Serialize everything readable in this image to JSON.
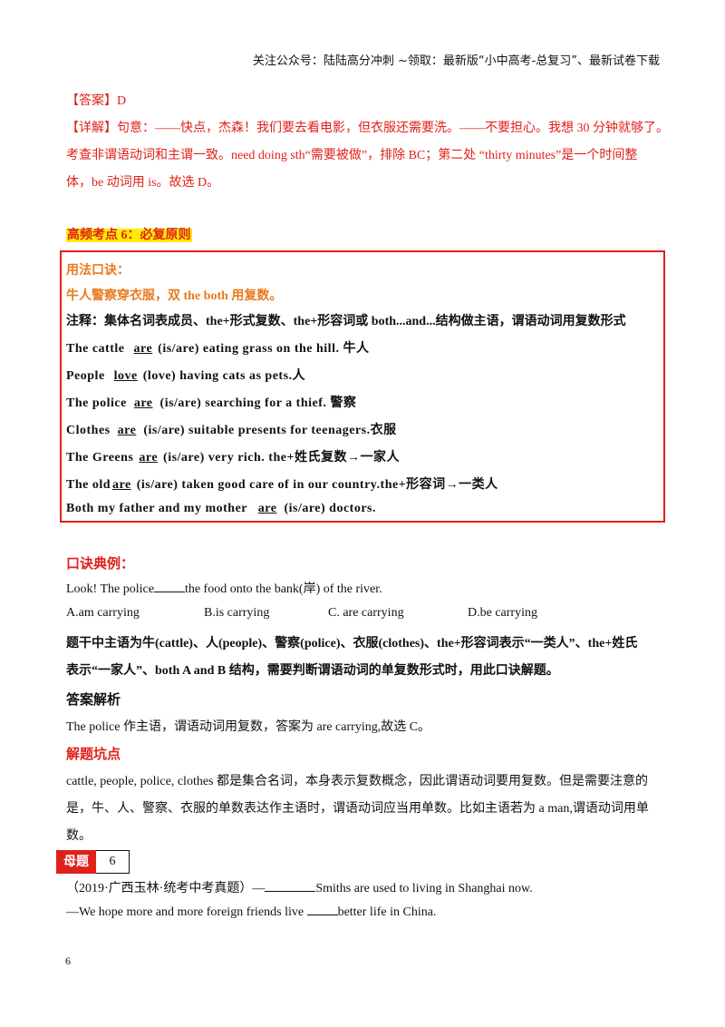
{
  "header": "关注公众号：陆陆高分冲刺 ~领取：最新版“小中高考-总复习”、最新试卷下载",
  "answer": {
    "label": "【答案】D",
    "detail_1": "【详解】句意：——快点，杰森！我们要去看电影，但衣服还需要洗。——不要担心。我想 30 分钟就够了。",
    "detail_2": "考查非谓语动词和主谓一致。need doing sth“需要被做”，排除 BC；第二处 “thirty minutes”是一个时间整",
    "detail_3": "体，be 动词用 is。故选 D。"
  },
  "section_title": "高频考点 6：必复原则",
  "box": {
    "title": "用法口诀：",
    "rhyme": "牛人警察穿衣服，双 the both 用复数。",
    "note": "注释：集体名词表成员、the+形式复数、the+形容词或 both...and...结构做主语，谓语动词用复数形式",
    "examples": [
      {
        "pre": "The  cattle  ",
        "ans": "are",
        "post": "(is/are)  eating  grass  on  the  hill.  牛人"
      },
      {
        "pre": "People  ",
        "ans": "love",
        "post": "(love)  having  cats  as  pets.人"
      },
      {
        "pre": "The  police",
        "ans": "are",
        "post": "(is/are)  searching  for  a  thief.  警察"
      },
      {
        "pre": "Clothes",
        "ans": "are",
        "post": "(is/are)  suitable  presents  for  teenagers.衣服"
      },
      {
        "pre": "The  Greens",
        "ans": "are",
        "post": "(is/are)  very  rich.  the+姓氏复数→一家人"
      },
      {
        "pre": "The  old",
        "ans": "are",
        "post": " (is/are)  taken  good  care  of  in  our  country.the+形容词→一类人"
      },
      {
        "pre": "Both  my  father  and  my  mother  ",
        "ans": "are",
        "post": "(is/are)  doctors."
      }
    ]
  },
  "example_section": {
    "title": "口诀典例：",
    "question_pre": "Look! The police",
    "question_post": "the food onto the bank(岸) of the river.",
    "options": [
      "A.am carrying",
      "B.is carrying",
      "C. are carrying",
      "D.be carrying"
    ],
    "explain_1": "题干中主语为牛(cattle)、人(people)、警察(police)、衣服(clothes)、the+形容词表示“一类人”、the+姓氏",
    "explain_2": "表示“一家人”、both A and B 结构，需要判断谓语动词的单复数形式时，用此口诀解题。",
    "analysis_title": "答案解析",
    "analysis_text": "The police 作主语，谓语动词用复数，答案为 are carrying,故选 C。",
    "pitfall_title": "解题坑点",
    "pitfall_1": "cattle, people, police, clothes 都是集合名词，本身表示复数概念，因此谓语动词要用复数。但是需要注意的",
    "pitfall_2": "是，牛、人、警察、衣服的单数表达作主语时，谓语动词应当用单数。比如主语若为 a  man,谓语动词用单",
    "pitfall_3": "数。"
  },
  "mother_question": {
    "label": "母题",
    "number": "6",
    "line1_pre": "（2019·广西玉林·统考中考真题）—",
    "line1_post": "Smiths are used to living in Shanghai now.",
    "line2_pre": "—We hope more and more foreign friends live ",
    "line2_post": "better life in China."
  },
  "page_number": "6"
}
